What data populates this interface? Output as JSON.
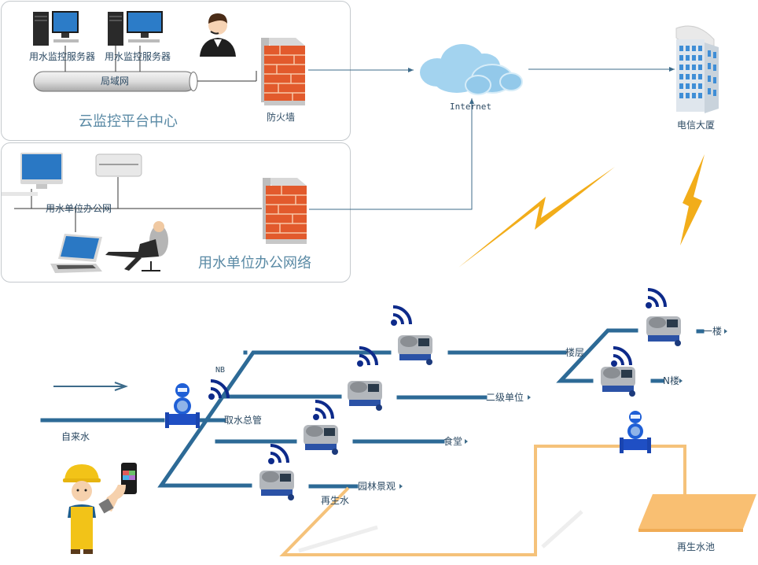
{
  "diagram": {
    "title": "NB智能水表远程监控系统拓扑",
    "colors": {
      "pipe": "#2d6a96",
      "link": "#3d6b8a",
      "recycled_pipe": "#f5c27a",
      "wifi": "#0d2a8a",
      "lightning": "#f2ad1a",
      "label": "#2c4a63",
      "panel_title": "#5a8aa5"
    },
    "cloud_center": {
      "title": "云监控平台中心",
      "servers": [
        {
          "label": "用水监控服务器"
        },
        {
          "label": "用水监控服务器"
        }
      ],
      "lan_label": "局域网",
      "operator_icon": "customer-service-agent-icon"
    },
    "office_network": {
      "title": "用水单位办公网络",
      "lan_label": "用水单位办公网",
      "devices": [
        "desktop-computer-icon",
        "mini-server-icon",
        "laptop-icon",
        "reclining-user-icon"
      ]
    },
    "firewalls": [
      {
        "label": "防火墙"
      },
      {
        "label": ""
      }
    ],
    "internet": {
      "label": "Internet"
    },
    "telecom": {
      "label": "电信大厦"
    },
    "water": {
      "source_label": "自来水",
      "main_pipe_label": "取水总管",
      "nb_label": "NB",
      "branches": [
        {
          "label": "二级单位"
        },
        {
          "label": "食堂"
        },
        {
          "label": "园林景观"
        },
        {
          "label": "楼层"
        }
      ],
      "floors": [
        {
          "label": "一楼"
        },
        {
          "label": "N楼"
        }
      ],
      "recycled_label": "再生水",
      "pool_label": "再生水池"
    }
  }
}
